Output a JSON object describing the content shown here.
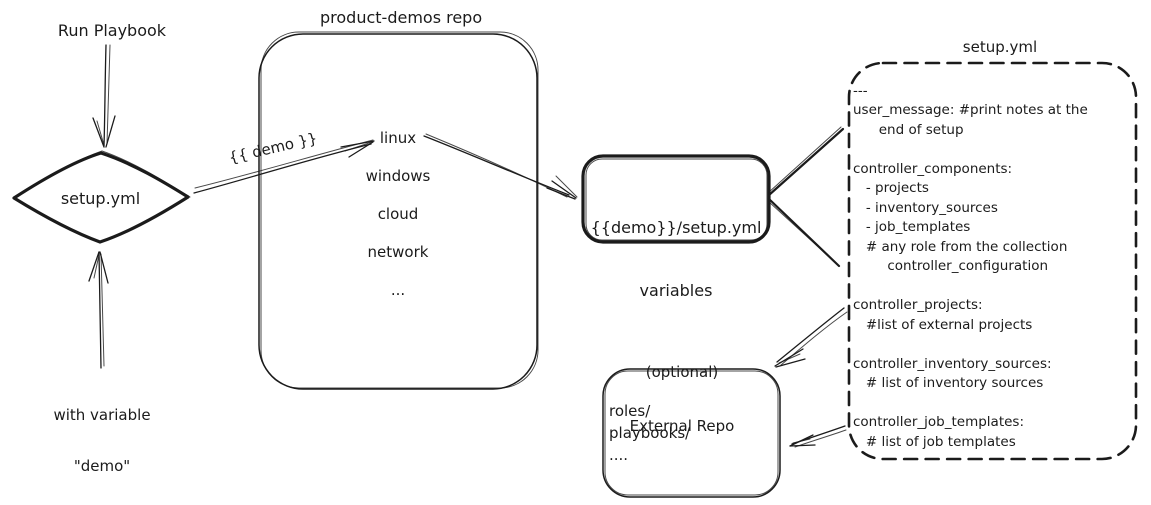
{
  "left_flow": {
    "run_playbook_label": "Run Playbook",
    "diamond_label": "setup.yml",
    "with_variable_line1": "with variable",
    "with_variable_line2": "\"demo\"",
    "demo_arrow_label": "{{ demo }}"
  },
  "repo_box": {
    "title": "product-demos repo",
    "items": [
      "linux",
      "windows",
      "cloud",
      "network",
      "..."
    ]
  },
  "variables_box": {
    "line1": "{{demo}}/setup.yml",
    "line2": "variables"
  },
  "setup_file_box": {
    "title": "setup.yml",
    "lines": [
      "---",
      "user_message: #print notes at the",
      "      end of setup",
      "",
      "controller_components:",
      "   - projects",
      "   - inventory_sources",
      "   - job_templates",
      "   # any role from the collection",
      "        controller_configuration",
      "",
      "controller_projects:",
      "   #list of external projects",
      "",
      "controller_inventory_sources:",
      "   # list of inventory sources",
      "",
      "controller_job_templates:",
      "   # list of job templates"
    ]
  },
  "external_repo_box": {
    "title_line1": "(optional)",
    "title_line2": "External Repo",
    "items": [
      "roles/",
      "playbooks/",
      "...."
    ]
  }
}
